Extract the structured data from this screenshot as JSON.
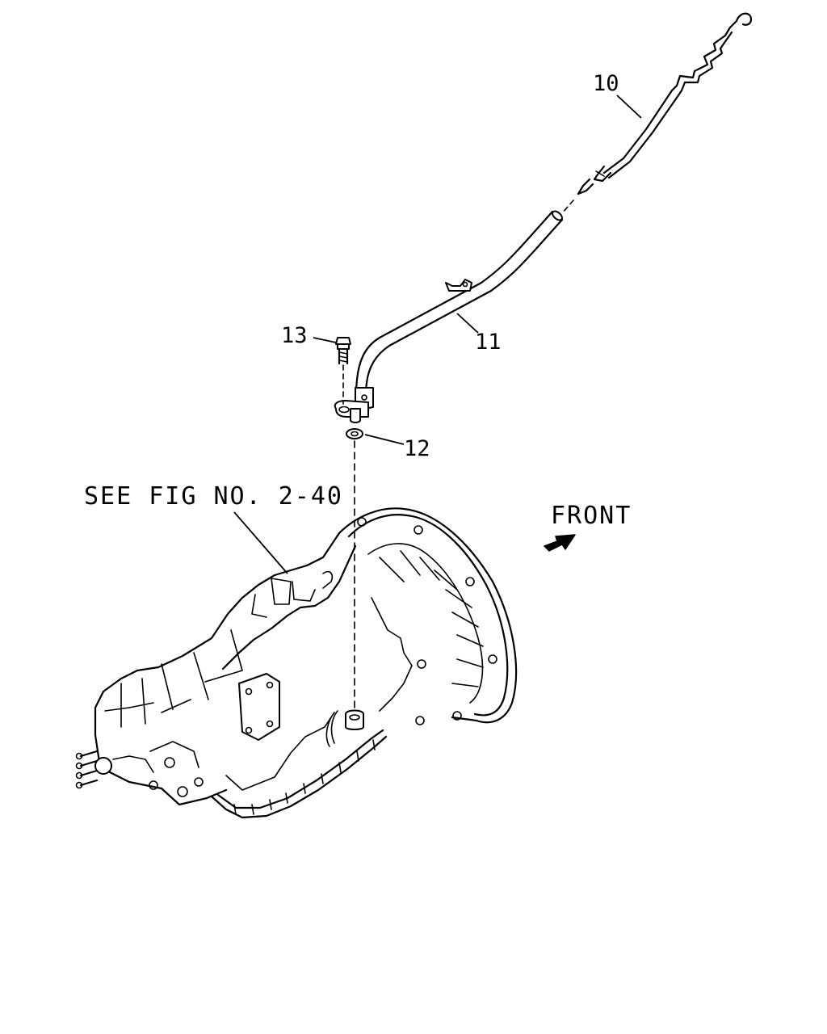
{
  "callouts": {
    "dipstick": "10",
    "guide_tube": "11",
    "o_ring": "12",
    "bolt": "13"
  },
  "reference_note": "SEE FIG NO. 2-40",
  "direction": {
    "label": "FRONT",
    "icon": "front-arrow-icon"
  },
  "colors": {
    "line": "#000000",
    "background": "#ffffff"
  }
}
